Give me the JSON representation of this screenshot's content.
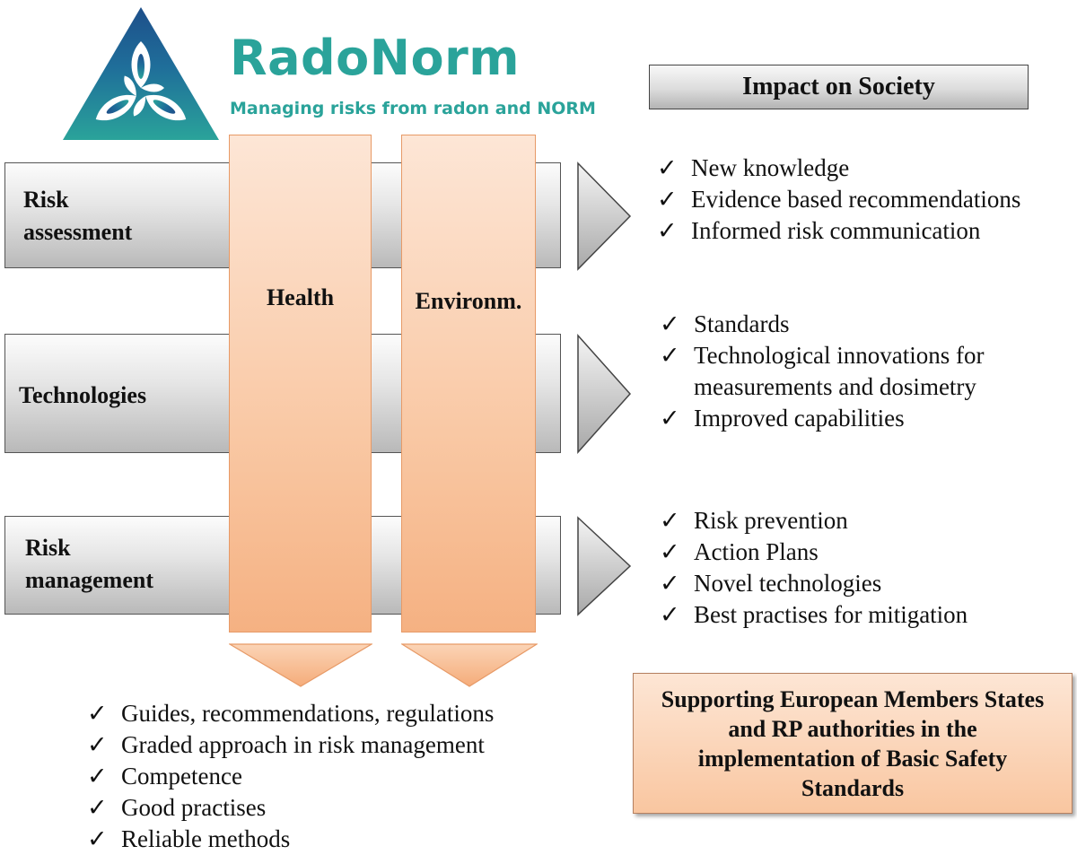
{
  "logo": {
    "title": "RadoNorm",
    "subtitle": "Managing risks from radon and NORM",
    "colors": {
      "teal": "#2aa39a",
      "navy": "#1e5a8e"
    }
  },
  "rows": [
    {
      "label_line1": "Risk",
      "label_line2": "assessment"
    },
    {
      "label_line1": "Technologies",
      "label_line2": ""
    },
    {
      "label_line1": "Risk",
      "label_line2": "management"
    }
  ],
  "columns": [
    {
      "label": "Health"
    },
    {
      "label": "Environm."
    }
  ],
  "impact": {
    "title": "Impact on Society",
    "groups": [
      {
        "items": [
          "New knowledge",
          "Evidence based recommendations",
          "Informed risk communication"
        ]
      },
      {
        "items": [
          "Standards",
          "Technological innovations for",
          "Improved capabilities"
        ],
        "continuation": "measurements and dosimetry"
      },
      {
        "items": [
          "Risk prevention",
          "Action Plans",
          "Novel technologies",
          "Best practises for mitigation"
        ]
      }
    ]
  },
  "bottom_list": [
    "Guides, recommendations, regulations",
    "Graded approach in risk management",
    "Competence",
    "Good practises",
    "Reliable methods"
  ],
  "support": {
    "text": "Supporting European Members States and RP authorities in the implementation of Basic Safety Standards"
  },
  "check_glyph": "✓"
}
